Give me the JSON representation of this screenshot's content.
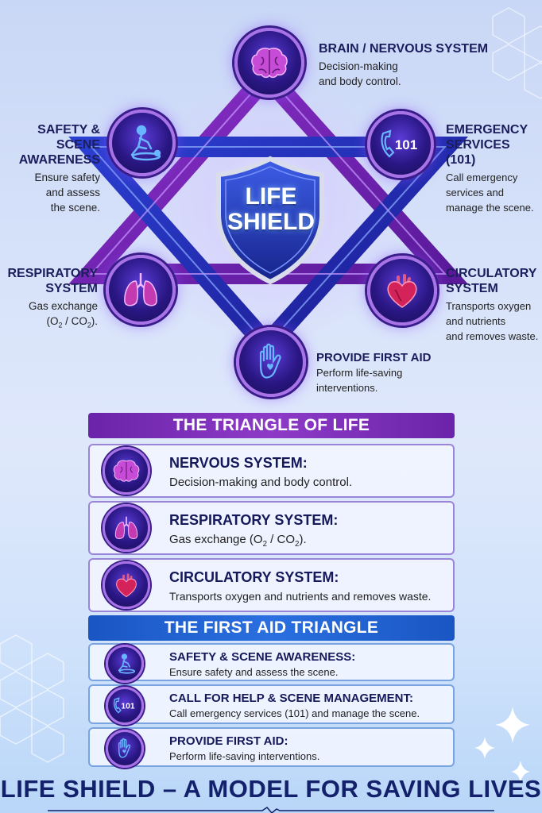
{
  "diagram": {
    "center": {
      "line1": "LIFE",
      "line2": "SHIELD"
    },
    "nodes": {
      "brain": {
        "title": "BRAIN / NERVOUS SYSTEM",
        "desc1": "Decision-making",
        "desc2": "and body control.",
        "icon": "brain-icon"
      },
      "safety": {
        "title1": "SAFETY & SCENE",
        "title2": "AWARENESS",
        "desc1": "Ensure safety",
        "desc2": "and assess",
        "desc3": "the scene.",
        "icon": "first-aid-person-icon"
      },
      "emergency": {
        "title1": "EMERGENCY",
        "title2": "SERVICES (101)",
        "desc1": "Call emergency",
        "desc2": "services and",
        "desc3": "manage the scene.",
        "icon": "phone-101-icon",
        "icon_text": "101"
      },
      "respiratory": {
        "title1": "RESPIRATORY",
        "title2": "SYSTEM",
        "desc1": "Gas exchange",
        "desc2_a": "(O",
        "desc2_sub1": "2",
        "desc2_b": " / CO",
        "desc2_sub2": "2",
        "desc2_c": ").",
        "icon": "lungs-icon"
      },
      "circulatory": {
        "title1": "CIRCULATORY",
        "title2": "SYSTEM",
        "desc1": "Transports oxygen",
        "desc2": "and nutrients",
        "desc3": "and removes waste.",
        "icon": "heart-icon"
      },
      "firstaid": {
        "title": "PROVIDE FIRST AID",
        "desc1": "Perform life-saving",
        "desc2": "interventions.",
        "icon": "hand-heart-icon"
      }
    }
  },
  "triangle_of_life": {
    "heading": "THE TRIANGLE OF LIFE",
    "items": [
      {
        "title": "NERVOUS SYSTEM:",
        "desc": "Decision-making and body control.",
        "icon": "brain-icon"
      },
      {
        "title": "RESPIRATORY SYSTEM:",
        "desc_a": "Gas exchange (O",
        "desc_sub1": "2",
        "desc_b": " / CO",
        "desc_sub2": "2",
        "desc_c": ").",
        "icon": "lungs-icon"
      },
      {
        "title": "CIRCULATORY SYSTEM:",
        "desc": "Transports oxygen and nutrients and removes waste.",
        "icon": "heart-icon"
      }
    ]
  },
  "first_aid_triangle": {
    "heading": "THE FIRST AID TRIANGLE",
    "items": [
      {
        "title": "SAFETY & SCENE AWARENESS:",
        "desc": "Ensure safety and assess the scene.",
        "icon": "first-aid-person-icon"
      },
      {
        "title": "CALL FOR HELP & SCENE MANAGEMENT:",
        "desc": "Call emergency services (101) and manage the scene.",
        "icon": "phone-101-icon",
        "icon_text": "101"
      },
      {
        "title": "PROVIDE FIRST AID:",
        "desc": "Perform life-saving interventions.",
        "icon": "hand-heart-icon"
      }
    ]
  },
  "footer": {
    "title": "LIFE SHIELD – A MODEL FOR SAVING LIVES"
  },
  "colors": {
    "purple": "#6b23a9",
    "blue": "#1a56c3",
    "navy": "#13206b",
    "node_ring": "#a873e6",
    "heart": "#d4235a",
    "lungs": "#c43ab0"
  }
}
